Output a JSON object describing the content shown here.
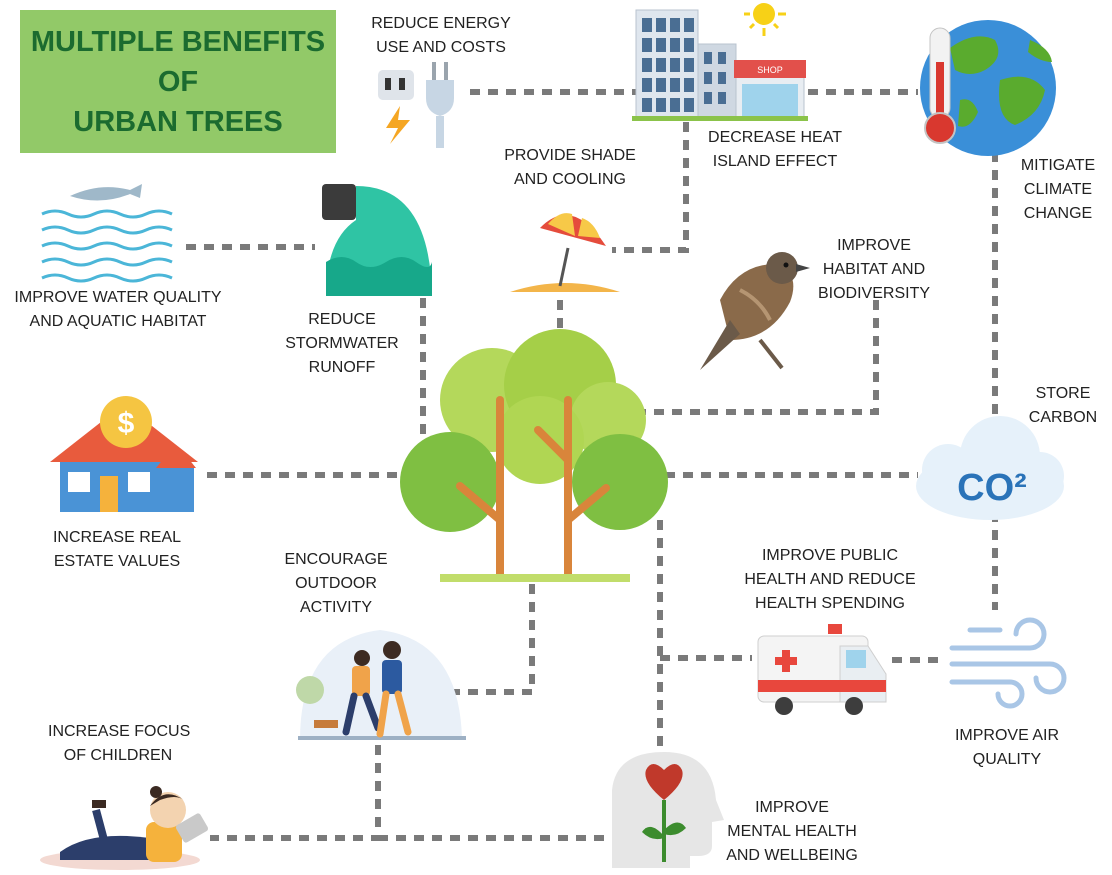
{
  "title": {
    "lines": [
      "MULTIPLE BENEFITS",
      "OF",
      "URBAN TREES"
    ]
  },
  "benefits": {
    "energy": [
      "REDUCE ENERGY",
      "USE AND COSTS"
    ],
    "heat_island": [
      "DECREASE HEAT",
      "ISLAND EFFECT"
    ],
    "climate": [
      "MITIGATE",
      "CLIMATE",
      "CHANGE"
    ],
    "shade": [
      "PROVIDE SHADE",
      "AND COOLING"
    ],
    "water": [
      "IMPROVE WATER QUALITY",
      "AND AQUATIC HABITAT"
    ],
    "stormwater": [
      "REDUCE",
      "STORMWATER",
      "RUNOFF"
    ],
    "habitat": [
      "IMPROVE",
      "HABITAT AND",
      "BIODIVERSITY"
    ],
    "carbon": [
      "STORE",
      "CARBON"
    ],
    "real_estate": [
      "INCREASE REAL",
      "ESTATE VALUES"
    ],
    "outdoor": [
      "ENCOURAGE",
      "OUTDOOR",
      "ACTIVITY"
    ],
    "public_health": [
      "IMPROVE PUBLIC",
      "HEALTH AND REDUCE",
      "HEALTH SPENDING"
    ],
    "air": [
      "IMPROVE AIR",
      "QUALITY"
    ],
    "children": [
      "INCREASE FOCUS",
      "OF CHILDREN"
    ],
    "mental": [
      "IMPROVE",
      "MENTAL HEALTH",
      "AND WELLBEING"
    ]
  },
  "icons": {
    "shop_sign": "SHOP",
    "co2_text": "CO²",
    "dollar": "$"
  },
  "colors": {
    "title_bg": "#92c968",
    "title_text": "#1b6b2f",
    "connector": "#7a7a7a",
    "tree_canopy": "#9ccc3c",
    "tree_trunk": "#d9853b"
  }
}
